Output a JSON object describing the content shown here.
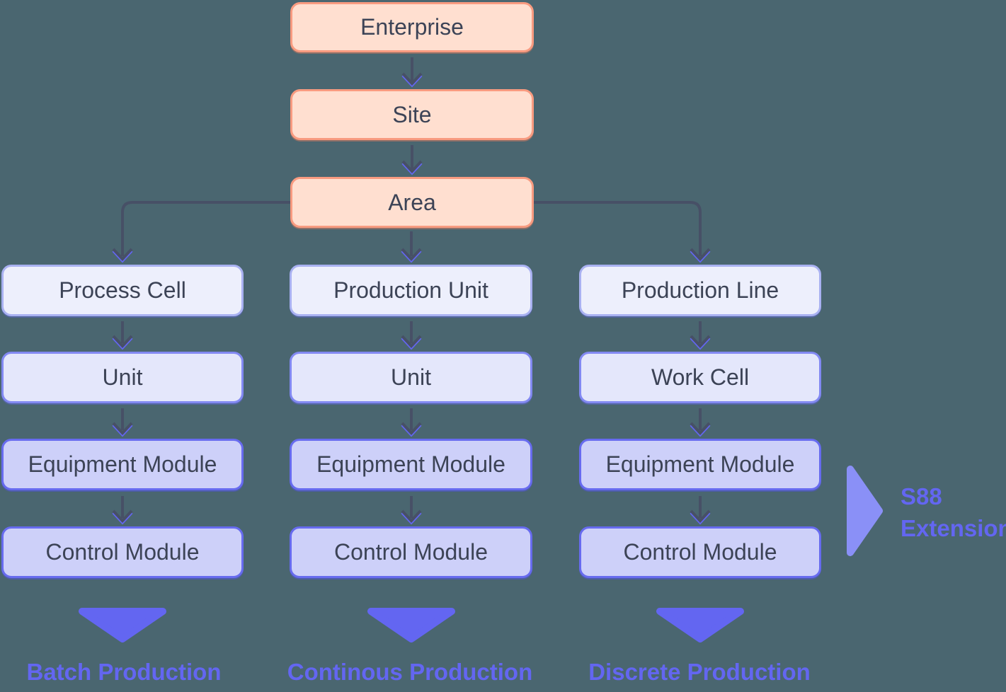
{
  "colors": {
    "background": "#4a6670",
    "level1_fill": "#ffdfd0",
    "level1_border": "#f89b80",
    "row1_fill": "#edeffc",
    "row1_border": "#a9b1f1",
    "row2_fill": "#e4e7fb",
    "row2_border": "#8289f2",
    "row3_fill": "#cdd0f9",
    "row3_border": "#676bef",
    "text_dark": "#3c4356",
    "arrow": "#475066",
    "accent": "#6366f1",
    "s88_arrow": "#8a90f7"
  },
  "hierarchy": {
    "root_chain": [
      "Enterprise",
      "Site",
      "Area"
    ],
    "columns": [
      {
        "levels": [
          "Process Cell",
          "Unit",
          "Equipment Module",
          "Control Module"
        ],
        "outcome": "Batch Production"
      },
      {
        "levels": [
          "Production Unit",
          "Unit",
          "Equipment Module",
          "Control Module"
        ],
        "outcome": "Continous Production"
      },
      {
        "levels": [
          "Production Line",
          "Work Cell",
          "Equipment Module",
          "Control Module"
        ],
        "outcome": "Discrete Production"
      }
    ]
  },
  "annotation": {
    "line1": "S88",
    "line2": "Extension"
  }
}
